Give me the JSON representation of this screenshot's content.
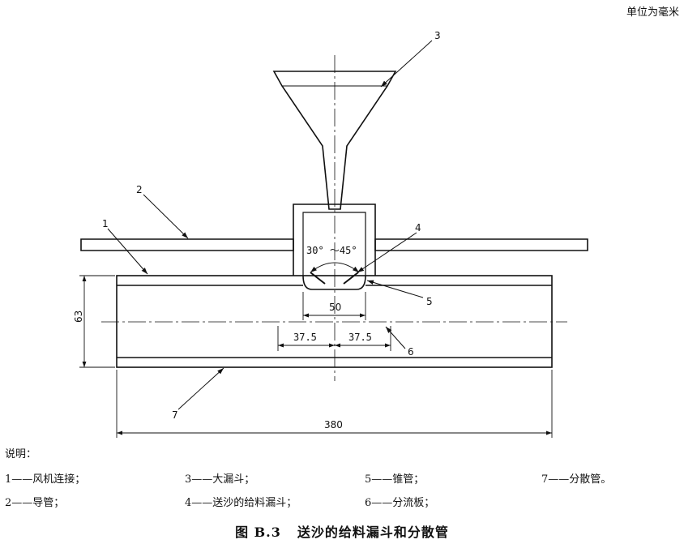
{
  "unit_note": "单位为毫米",
  "labels": {
    "callout_1": "1",
    "callout_2": "2",
    "callout_3": "3",
    "callout_4": "4",
    "callout_5": "5",
    "callout_6": "6",
    "callout_7": "7"
  },
  "dimensions": {
    "angle": "30° ～45°",
    "funnel_width": "50",
    "half_left": "37.5",
    "half_right": "37.5",
    "height": "63",
    "length": "380"
  },
  "legend": {
    "title": "说明：",
    "items": [
      "1——风机连接；",
      "2——导管；",
      "3——大漏斗；",
      "4——送沙的给料漏斗；",
      "5——锥管；",
      "6——分流板；",
      "7——分散管。"
    ]
  },
  "caption": {
    "number": "图 B.3",
    "title": "送沙的给料漏斗和分散管"
  }
}
